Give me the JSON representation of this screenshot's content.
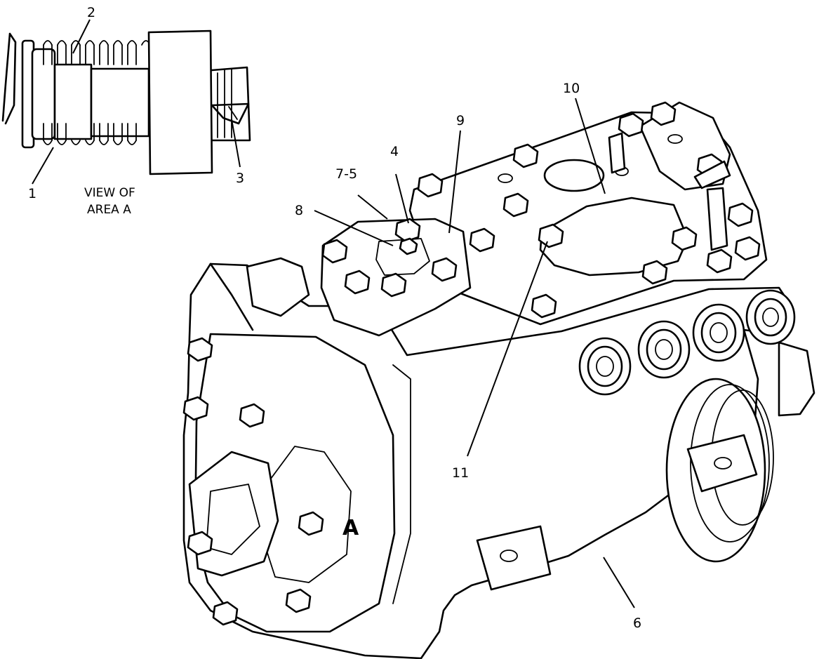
{
  "callouts": {
    "c1": "1",
    "c2": "2",
    "c3": "3",
    "c4": "4",
    "c5": "7-5",
    "c6": "6",
    "c8": "8",
    "c9": "9",
    "c10": "10",
    "c11": "11"
  },
  "inset": {
    "caption_line1": "VIEW OF",
    "caption_line2": "AREA A"
  },
  "area_label": "A"
}
